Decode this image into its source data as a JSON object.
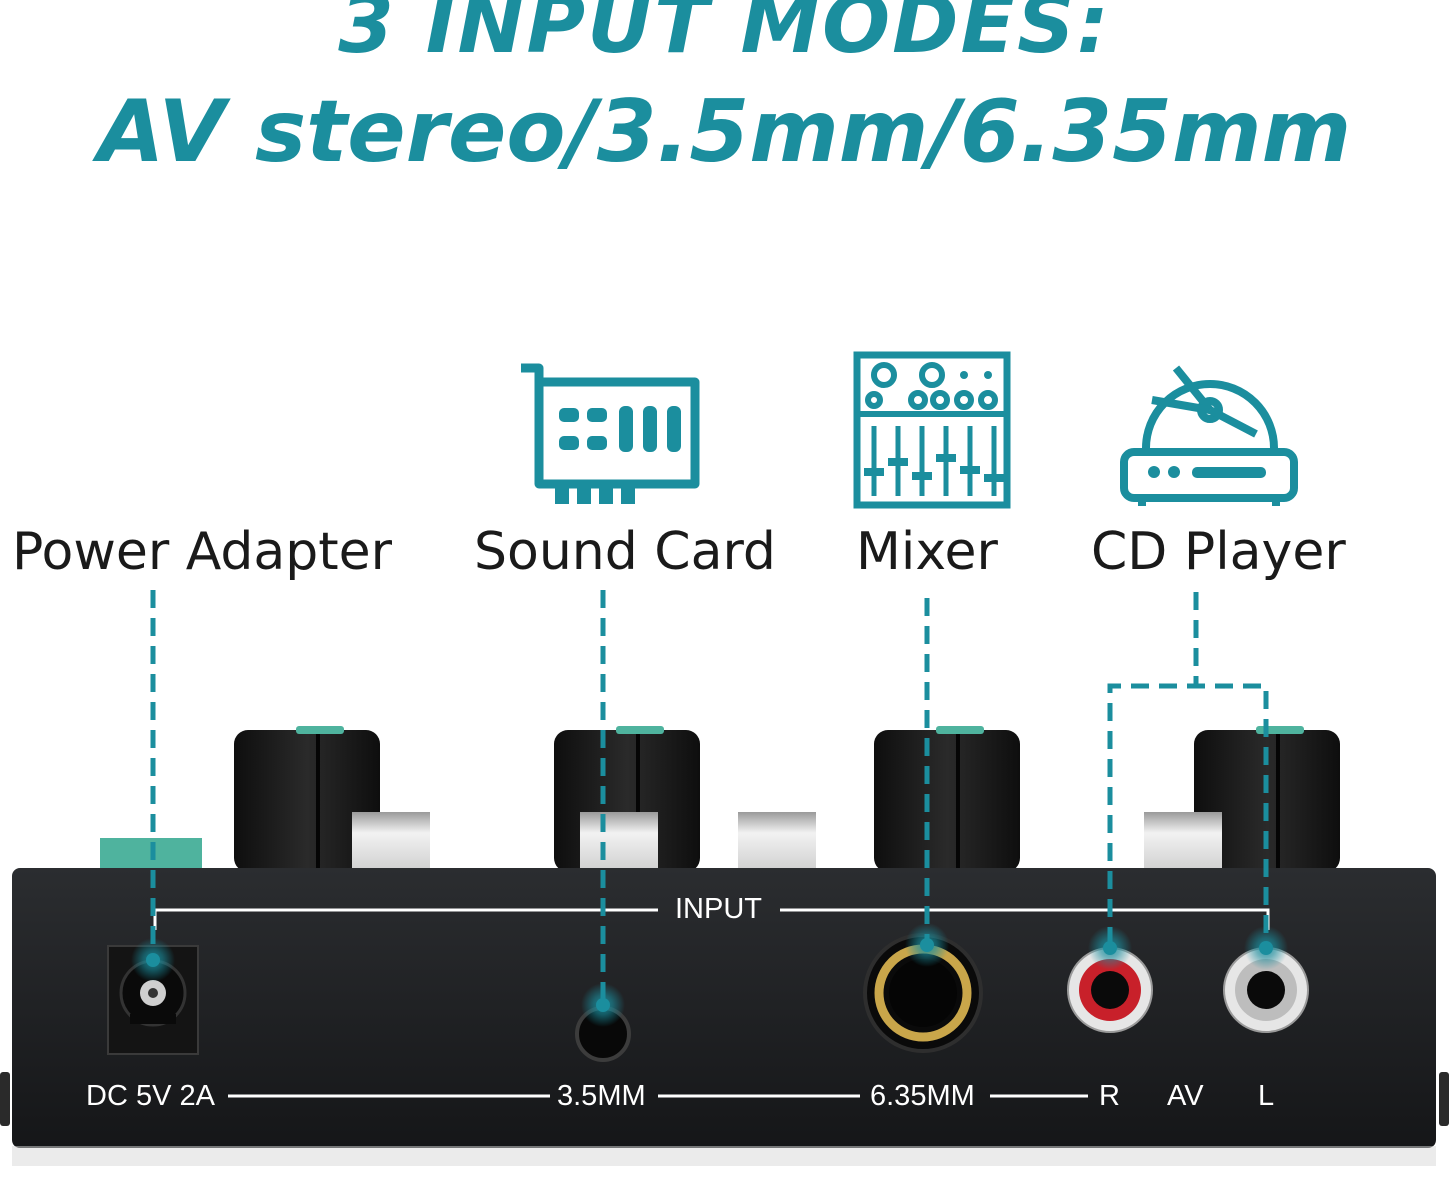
{
  "headline": {
    "line1": "3 INPUT MODES:",
    "line2": "AV stereo/3.5mm/6.35mm"
  },
  "devices": [
    {
      "label": "Power Adapter",
      "icon": "none"
    },
    {
      "label": "Sound Card",
      "icon": "sound-card-icon"
    },
    {
      "label": "Mixer",
      "icon": "mixer-icon"
    },
    {
      "label": "CD Player",
      "icon": "cd-player-icon"
    }
  ],
  "panel": {
    "group_label": "INPUT",
    "ports": {
      "dc": "DC 5V 2A",
      "mini_jack": "3.5MM",
      "quarter_jack": "6.35MM",
      "rca_right": "R",
      "rca_group": "AV",
      "rca_left": "L"
    }
  },
  "colors": {
    "accent": "#1b8e9e",
    "panel": "#1c1e21",
    "knob_marker": "#4fb39e",
    "rca_red": "#c8202a",
    "rca_white": "#d8d8d8",
    "jack_gold": "#c9a64a"
  }
}
